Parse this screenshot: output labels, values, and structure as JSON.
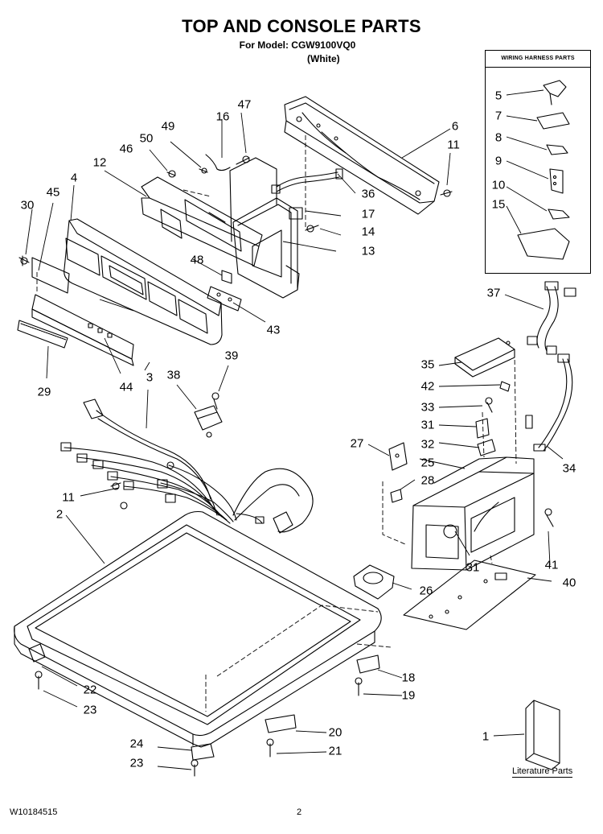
{
  "header": {
    "title": "TOP AND CONSOLE PARTS",
    "model_line": "For Model: CGW9100VQ0",
    "color_line": "(White)"
  },
  "inset": {
    "title": "WIRING HARNESS PARTS",
    "callouts": [
      "5",
      "7",
      "8",
      "9",
      "10",
      "15"
    ]
  },
  "callouts": {
    "c1": "1",
    "c2": "2",
    "c3": "3",
    "c4": "4",
    "c6": "6",
    "c11a": "11",
    "c11b": "11",
    "c12": "12",
    "c13": "13",
    "c14": "14",
    "c16": "16",
    "c17": "17",
    "c18": "18",
    "c19": "19",
    "c20": "20",
    "c21": "21",
    "c22": "22",
    "c23a": "23",
    "c23b": "23",
    "c24": "24",
    "c25": "25",
    "c26": "26",
    "c27": "27",
    "c28": "28",
    "c29": "29",
    "c30": "30",
    "c31a": "31",
    "c31b": "31",
    "c32": "32",
    "c33": "33",
    "c34": "34",
    "c35": "35",
    "c36": "36",
    "c37": "37",
    "c38": "38",
    "c39": "39",
    "c40": "40",
    "c41": "41",
    "c42": "42",
    "c43": "43",
    "c44": "44",
    "c45": "45",
    "c46": "46",
    "c47": "47",
    "c48": "48",
    "c49": "49",
    "c50": "50"
  },
  "literature": {
    "label": "Literature Parts"
  },
  "footer": {
    "doc_number": "W10184515",
    "page_number": "2"
  }
}
